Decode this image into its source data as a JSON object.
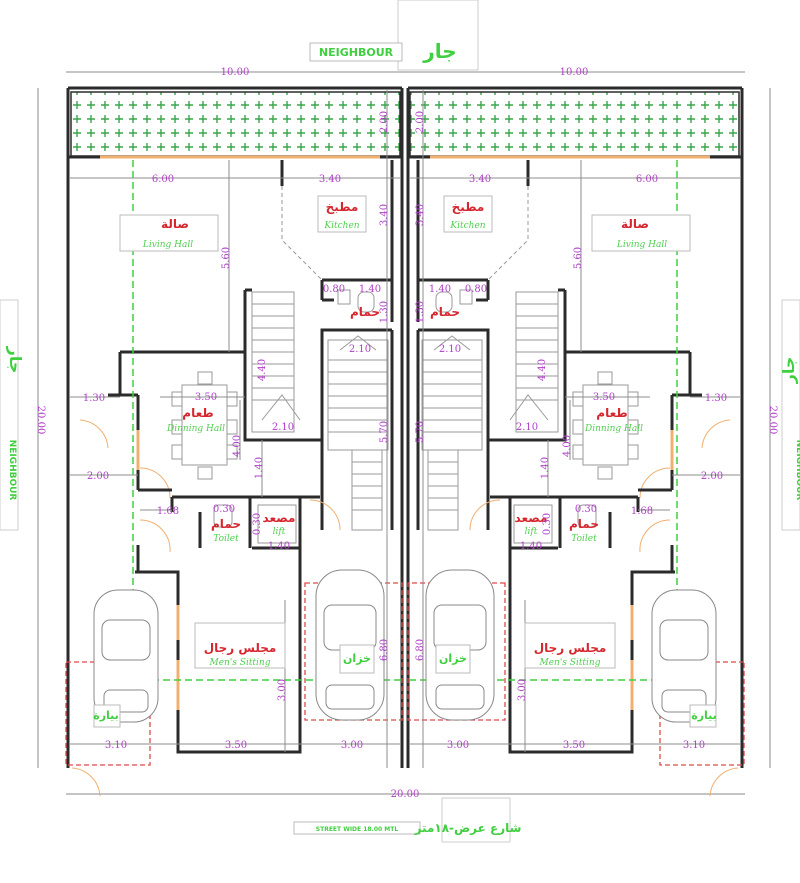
{
  "title": {
    "neighbour_ar": "جار",
    "neighbour_en": "NEIGHBOUR"
  },
  "street": {
    "ar": "شارع عرض-١٨متر",
    "en": "STREET   WIDE   18.00   MTL"
  },
  "rooms": {
    "living_ar": "صالة",
    "living_en": "Living Hall",
    "kitchen_ar": "مطبخ",
    "kitchen_en": "Kitchen",
    "bath_ar": "حمام",
    "bath_en": "Toilet",
    "dining_ar": "طعام",
    "dining_en": "Dinning Hall",
    "lift_ar": "مصعد",
    "lift_en": "lift",
    "mens_ar": "مجلس رجال",
    "mens_en": "Men's Sitting",
    "tank_ar": "خزان",
    "parking_ar": "بيارة"
  },
  "dims": {
    "top_half": "10.00",
    "total_width": "20.00",
    "total_depth": "20.00",
    "d600": "6.00",
    "d340": "3.40",
    "d560": "5.60",
    "d200": "2.00",
    "d440": "4.40",
    "d210": "2.10",
    "d570": "5.70",
    "d130": "1.30",
    "d350": "3.50",
    "d400": "4.00",
    "d140": "1.40",
    "d168": "1.68",
    "d030": "0.30",
    "d080": "0.80",
    "d680": "6.80",
    "d300": "3.00",
    "d310": "3.10"
  },
  "colors": {
    "wall": "#2b2b2b",
    "dimension": "#b040c8",
    "arabic": "#d6262e",
    "english": "#4fd04f"
  }
}
